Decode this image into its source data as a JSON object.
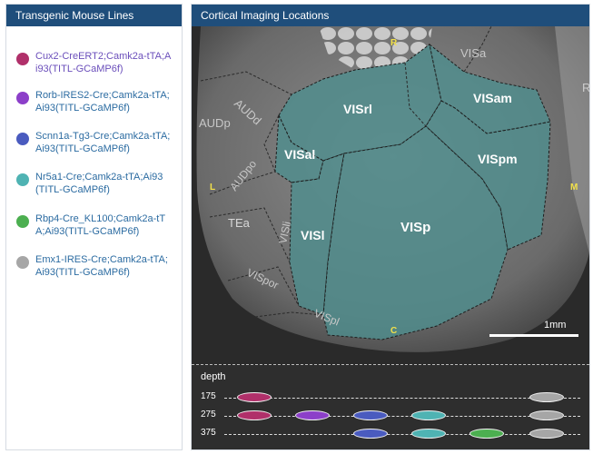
{
  "left_panel": {
    "title": "Transgenic Mouse Lines",
    "lines": [
      {
        "label": "Cux2-CreERT2;Camk2a-tTA;Ai93(TITL-GCaMP6f)",
        "color": "#b0306a",
        "label_color": "#6b4fbb"
      },
      {
        "label": "Rorb-IRES2-Cre;Camk2a-tTA;Ai93(TITL-GCaMP6f)",
        "color": "#8c3fc9",
        "label_color": "#2b6ba1"
      },
      {
        "label": "Scnn1a-Tg3-Cre;Camk2a-tTA;Ai93(TITL-GCaMP6f)",
        "color": "#4a5bbf",
        "label_color": "#2b6ba1"
      },
      {
        "label": "Nr5a1-Cre;Camk2a-tTA;Ai93(TITL-GCaMP6f)",
        "color": "#4fb3b3",
        "label_color": "#2b6ba1"
      },
      {
        "label": "Rbp4-Cre_KL100;Camk2a-tTA;Ai93(TITL-GCaMP6f)",
        "color": "#4caf50",
        "label_color": "#2b6ba1"
      },
      {
        "label": "Emx1-IRES-Cre;Camk2a-tTA;Ai93(TITL-GCaMP6f)",
        "color": "#a6a6a6",
        "label_color": "#2b6ba1"
      }
    ]
  },
  "right_panel": {
    "title": "Cortical Imaging Locations",
    "areas": {
      "visa": "VISa",
      "visrl": "VISrl",
      "visam": "VISam",
      "visal": "VISal",
      "vispm": "VISpm",
      "visl": "VISl",
      "visp": "VISp",
      "visli": "VISli",
      "vispor": "VISpor",
      "vispl": "VISpl",
      "audd": "AUDd",
      "audp": "AUDp",
      "audpo": "AUDpo",
      "tea": "TEa",
      "edge": "R"
    },
    "orientation": {
      "rostral": "R",
      "lateral": "L",
      "medial": "M",
      "caudal": "C"
    },
    "scale_label": "1mm",
    "depth": {
      "title": "depth",
      "rows": [
        {
          "label": "175",
          "ovals": [
            {
              "line": "Cux2",
              "color": "#b0306a"
            },
            {
              "line": "Emx1",
              "color": "#a6a6a6"
            }
          ]
        },
        {
          "label": "275",
          "ovals": [
            {
              "line": "Cux2",
              "color": "#b0306a"
            },
            {
              "line": "Rorb",
              "color": "#8c3fc9"
            },
            {
              "line": "Scnn1a",
              "color": "#4a5bbf"
            },
            {
              "line": "Nr5a1",
              "color": "#4fb3b3"
            },
            {
              "line": "Emx1",
              "color": "#a6a6a6"
            }
          ]
        },
        {
          "label": "375",
          "ovals": [
            {
              "line": "Scnn1a",
              "color": "#4a5bbf"
            },
            {
              "line": "Nr5a1",
              "color": "#4fb3b3"
            },
            {
              "line": "Rbp4",
              "color": "#4caf50"
            },
            {
              "line": "Emx1",
              "color": "#a6a6a6"
            }
          ]
        }
      ]
    }
  }
}
